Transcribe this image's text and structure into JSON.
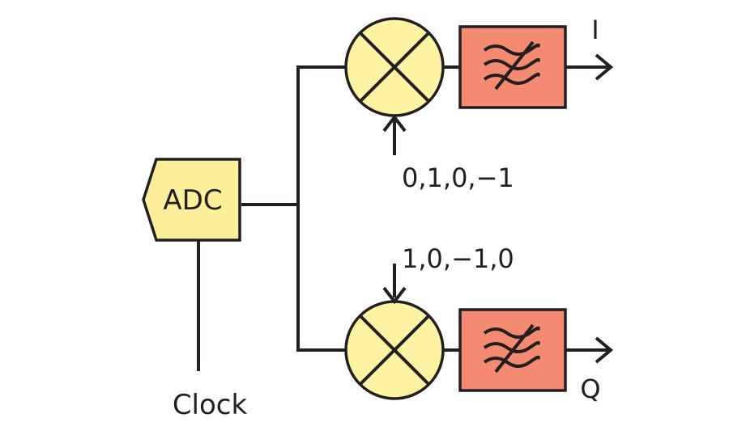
{
  "colors": {
    "adc_fill": "#fbef9b",
    "mixer_fill": "#fdf3a3",
    "filter_fill": "#f48a72",
    "line": "#231f20"
  },
  "adc": {
    "label": "ADC"
  },
  "clock": {
    "label": "Clock"
  },
  "mixer_i": {
    "sequence": "0,1,0,−1"
  },
  "mixer_q": {
    "sequence": "1,0,−1,0"
  },
  "outputs": {
    "i_label": "I",
    "q_label": "Q"
  },
  "icons": {
    "mixer": "multiplier-cross-icon",
    "filter": "lowpass-filter-icon"
  }
}
